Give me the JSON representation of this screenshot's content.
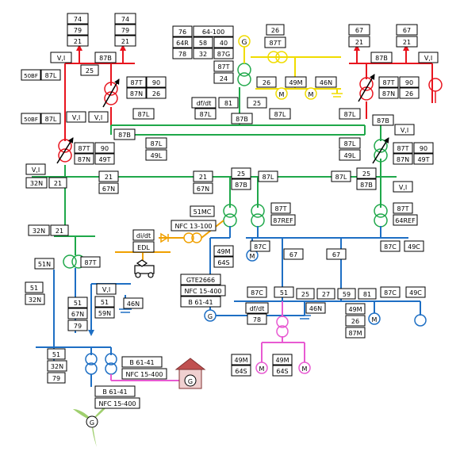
{
  "colors": {
    "hv_red": "#e8141e",
    "green_bus": "#1fa84a",
    "blue_bus": "#1e6fc4",
    "yellow_gen": "#f0dc00",
    "pink_load": "#e85ad2",
    "orange_edl": "#f0a000",
    "brown_house": "#b06060",
    "arrow_red": "#e8141e",
    "label_border": "#000000"
  },
  "labels": {
    "top_left_74": "74",
    "top_left_79": "79",
    "top_left_21": "21",
    "top_mid_74": "74",
    "top_mid_79": "79",
    "top_mid_21": "21",
    "tl_vi": "V,I",
    "tl_87b": "87B",
    "tl_50bf": "50BF",
    "tl_87l": "87L",
    "tl_25": "25",
    "tl_87t": "87T",
    "tl_90": "90",
    "tl_87n": "87N",
    "tl_26": "26",
    "tl_50bf2": "50BF",
    "tl_87l2": "87L",
    "tl_vi2": "V,I",
    "tl_vi3": "V,I",
    "gen_76": "76",
    "gen_64": "64-100",
    "gen_64r": "64R",
    "gen_58": "58",
    "gen_40": "40",
    "gen_78": "78",
    "gen_32": "32",
    "gen_87g": "87G",
    "gen_g": "G",
    "gen_26": "26",
    "gen_87t": "87T",
    "gen_87t2": "87T",
    "gen_24": "24",
    "aux_26": "26",
    "aux_49m": "49M",
    "aux_46n": "46N",
    "aux_m1": "M",
    "aux_m2": "M",
    "df_dt": "df/dt",
    "df_81": "81",
    "df_87l": "87L",
    "df_87b": "87B",
    "mid_25": "25",
    "mid_87l": "87L",
    "tr_67": "67",
    "tr_21": "21",
    "tr_67b": "67",
    "tr_21b": "21",
    "tr_87b": "87B",
    "tr_vi": "V,I",
    "tr_87t": "87T",
    "tr_90": "90",
    "tr_87n": "87N",
    "tr_26": "26",
    "gl_87l": "87L",
    "gl_87b": "87B",
    "gl_87l2": "87L",
    "gl_49l": "49L",
    "gr_87l": "87L",
    "gr_87l2": "87L",
    "gr_49l": "49L",
    "gr_87b": "87B",
    "gr_vi": "V,I",
    "gr_87t": "87T",
    "gr_90": "90",
    "gr_87n": "87N",
    "gr_49t": "49T",
    "gl2_87t": "87T",
    "gl2_90": "90",
    "gl2_87n": "87N",
    "gl2_49t": "49T",
    "w_vi": "V,I",
    "w_32n": "32N",
    "w_21": "21",
    "w2_21": "21",
    "w2_67n": "67N",
    "c_21": "21",
    "c_67n": "67N",
    "c_25": "25",
    "c_87b": "87B",
    "c_87l": "87L",
    "r_87l": "87L",
    "r_25": "25",
    "r_87b": "87B",
    "r_vi": "V,I",
    "w_32n2": "32N",
    "w_21b": "21",
    "tf_51mc": "51MC",
    "tf_nfc": "NFC 13-100",
    "tf_didt": "di/dt",
    "tf_edl": "EDL",
    "mid_87t": "87T",
    "mid_87ref": "87REF",
    "r_87t": "87T",
    "r_64ref": "64REF",
    "m_49m": "49M",
    "m_64s": "64S",
    "m_m": "M",
    "m_87c": "87C",
    "m_67": "67",
    "m_67b": "67",
    "m_87c2": "87C",
    "m_49c": "49C",
    "l_51n": "51N",
    "l_87t": "87T",
    "l_51": "51",
    "l_32n": "32N",
    "l_vi": "V,I",
    "l_51b": "51",
    "l_67n": "67N",
    "l_51c": "51",
    "l_59n": "59N",
    "l_46n": "46N",
    "l_79": "79",
    "gte": "GTE2666",
    "gte_nfc": "NFC 15-400",
    "gte_b": "B 61-41",
    "gte_g": "G",
    "b_87c": "87C",
    "b_51": "51",
    "b_25": "25",
    "b_27": "27",
    "b_59": "59",
    "b_81": "81",
    "b_87c2": "87C",
    "b_49c": "49C",
    "b_dfdt": "df/dt",
    "b_78": "78",
    "b_46n": "46N",
    "b_49m": "49M",
    "b_26": "26",
    "b_87m": "87M",
    "b_m": "M",
    "bl_51": "51",
    "bl_32n": "32N",
    "bl_79": "79",
    "bl_b": "B 61-41",
    "bl_nfc": "NFC 15-400",
    "bl_b2": "B 61-41",
    "bl_nfc2": "NFC 15-400",
    "wind_g": "G",
    "house_g": "G",
    "pk_49m": "49M",
    "pk_64s": "64S",
    "pk_49m2": "49M",
    "pk_64s2": "64S",
    "pk_m1": "M",
    "pk_m2": "M"
  }
}
